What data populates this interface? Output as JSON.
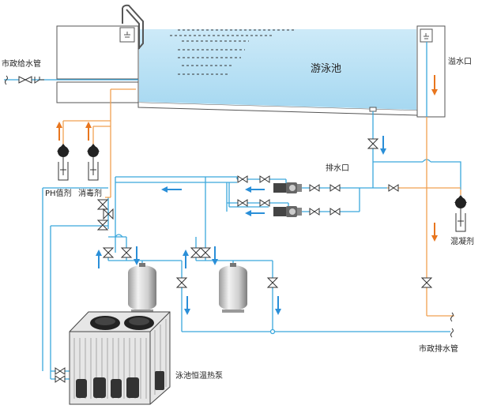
{
  "labels": {
    "municipal_water_supply": "市政给水管",
    "pool": "游泳池",
    "overflow": "溢水口",
    "drain_outlet": "排水口",
    "ph_agent": "PH值剂",
    "disinfectant": "消毒剂",
    "coagulant": "混凝剂",
    "municipal_drain": "市政排水管",
    "heat_pump": "泳池恒温热泵"
  },
  "colors": {
    "water": "#bfe3f5",
    "pipe_blue": "#3aa7dc",
    "pipe_orange": "#f0a050",
    "arrow_blue": "#2a8fd8",
    "arrow_orange": "#e8761e",
    "outline": "#555555"
  }
}
